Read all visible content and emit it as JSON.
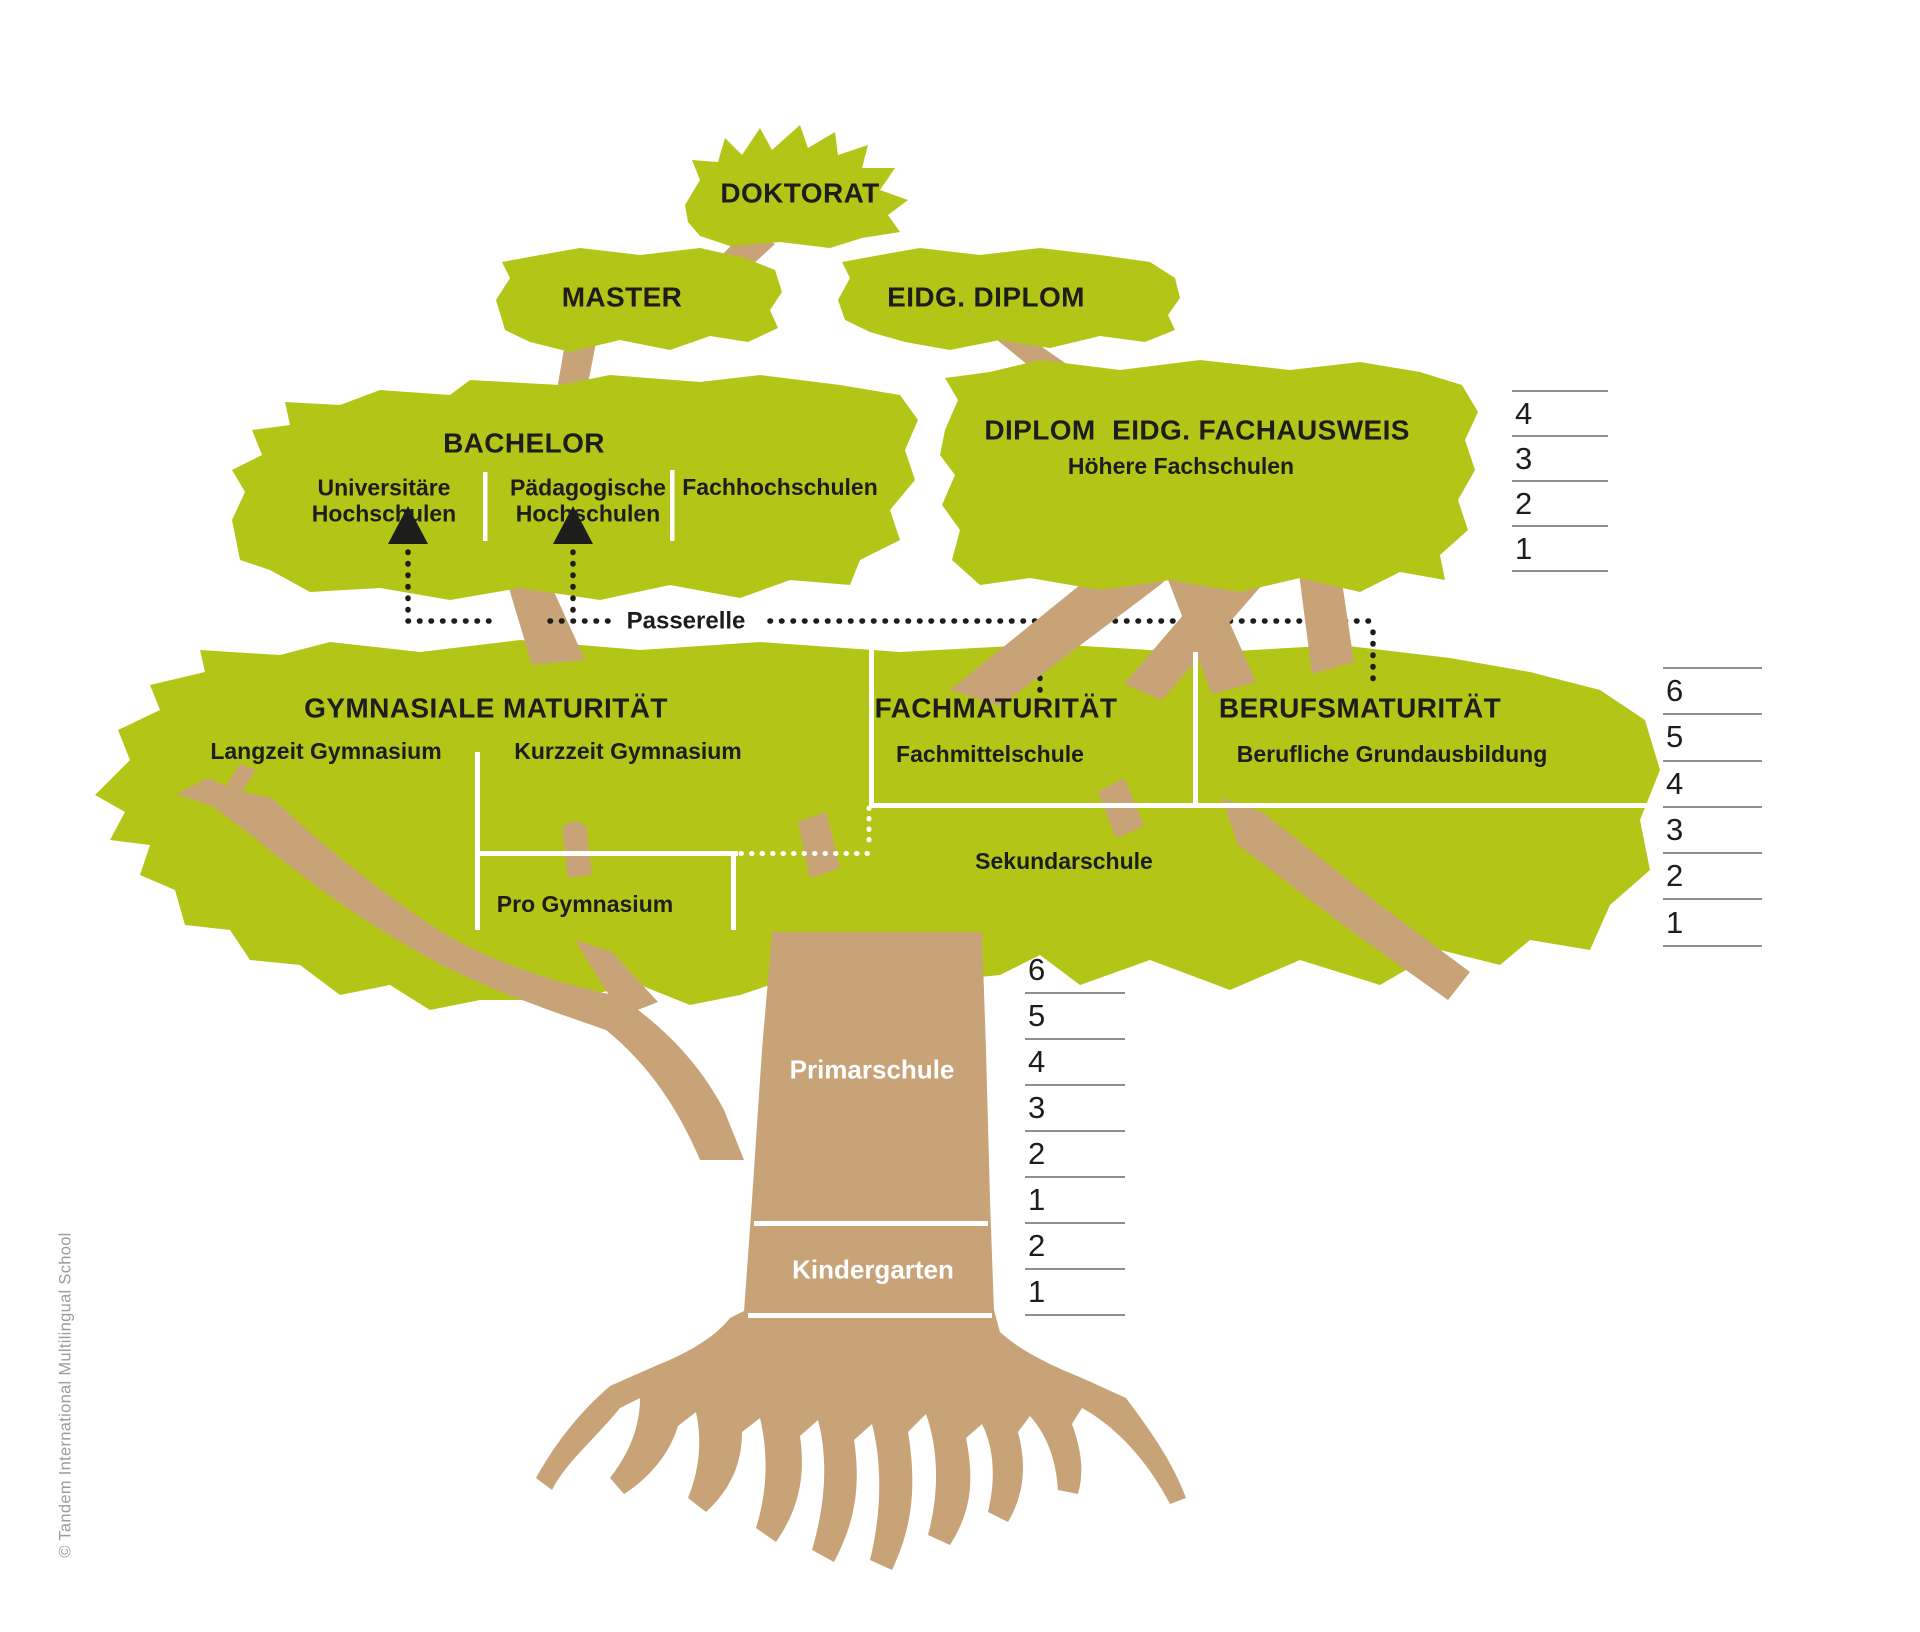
{
  "colors": {
    "foliage": "#b3c618",
    "wood": "#c8a377",
    "text": "#1d1d1b",
    "white_lines": "#ffffff",
    "scale_line": "#8f8f8f",
    "copyright_gray": "#9c9c9b"
  },
  "nodes": {
    "doktorat": "DOKTORAT",
    "master": "MASTER",
    "eidg_diplom": "EIDG. DIPLOM",
    "bachelor": "BACHELOR",
    "universitaere_hochschulen": "Universitäre Hochschulen",
    "paedagogische_hochschulen": "Pädagogische Hochschulen",
    "fachhochschulen": "Fachhochschulen",
    "diplom": "DIPLOM",
    "eidg_fachausweis": "EIDG. FACHAUSWEIS",
    "hoehere_fachschulen": "Höhere Fachschulen",
    "passerelle": "Passerelle",
    "gymnasiale_maturitaet": "GYMNASIALE MATURITÄT",
    "langzeit_gymnasium": "Langzeit Gymnasium",
    "kurzzeit_gymnasium": "Kurzzeit Gymnasium",
    "fachmaturitaet": "FACHMATURITÄT",
    "fachmittelschule": "Fachmittelschule",
    "berufsmaturitaet": "BERUFSMATURITÄT",
    "berufliche_grundausbildung": "Berufliche Grundausbildung",
    "sekundarschule": "Sekundarschule",
    "pro_gymnasium": "Pro Gymnasium",
    "primarschule": "Primarschule",
    "kindergarten": "Kindergarten"
  },
  "scales": {
    "tertiary_years": [
      "4",
      "3",
      "2",
      "1"
    ],
    "secondary_years": [
      "6",
      "5",
      "4",
      "3",
      "2",
      "1"
    ],
    "primary_years": [
      "6",
      "5",
      "4",
      "3",
      "2",
      "1"
    ],
    "kindergarten_years": [
      "2",
      "1"
    ]
  },
  "footer": {
    "copyright": "© Tandem International Multilingual School"
  }
}
